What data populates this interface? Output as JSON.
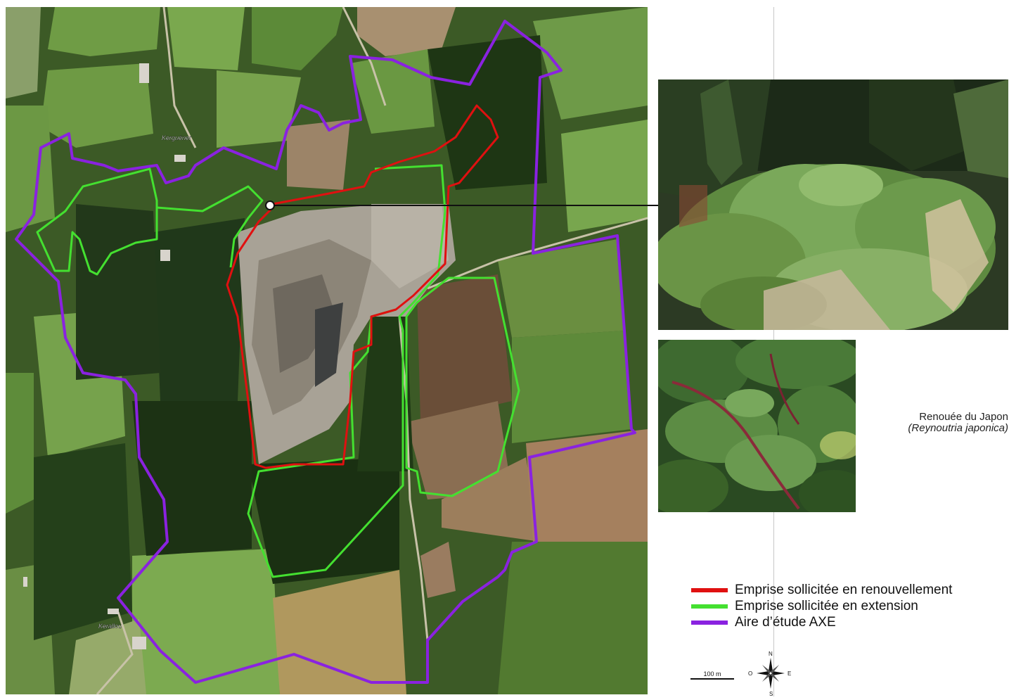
{
  "map": {
    "places": {
      "kerguener": "Kerguéner",
      "kerallou": "Kerallou"
    },
    "colors": {
      "renewal": "#e01010",
      "extension": "#44e030",
      "study": "#8a22e0",
      "leader": "#111111"
    }
  },
  "species": {
    "common_name": "Renouée du Japon",
    "scientific_name": "(Reynoutria japonica)"
  },
  "legend": {
    "items": [
      {
        "label": "Emprise sollicitée en renouvellement",
        "color": "#e01010"
      },
      {
        "label": "Emprise sollicitée en extension",
        "color": "#44e030"
      },
      {
        "label": "Aire d’étude AXE",
        "color": "#8a22e0"
      }
    ]
  },
  "scale": {
    "label": "100 m"
  },
  "compass": {
    "north": "N",
    "south": "S",
    "east": "E",
    "west": "O"
  }
}
